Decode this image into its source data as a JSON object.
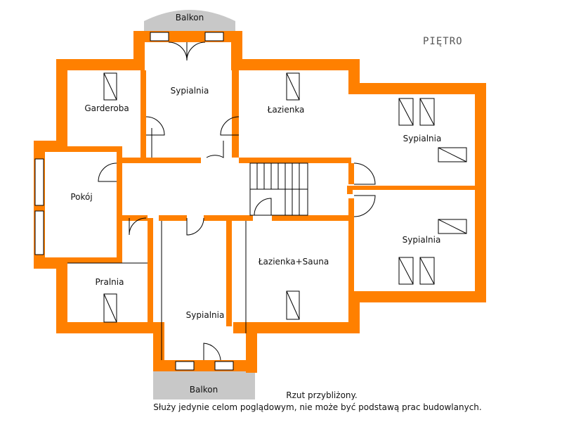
{
  "floor_label": "PIĘTRO",
  "rooms": {
    "garderoba": "Garderoba",
    "sypialnia_top": "Sypialnia",
    "lazienka": "Łazienka",
    "sypialnia_right_top": "Sypialnia",
    "pokoj": "Pokój",
    "sypialnia_right_bottom": "Sypialnia",
    "lazienka_sauna": "Łazienka+Sauna",
    "pralnia": "Pralnia",
    "sypialnia_bottom": "Sypialnia"
  },
  "balconies": {
    "top": "Balkon",
    "bottom": "Balkon"
  },
  "notes": {
    "line1": "Rzut przybliżony.",
    "line2": "Służy jedynie celom poglądowym, nie może być podstawą prac budowlanych."
  },
  "colors": {
    "wall": "#ff8000",
    "balcony": "#c8c8c8",
    "line": "#000000"
  }
}
